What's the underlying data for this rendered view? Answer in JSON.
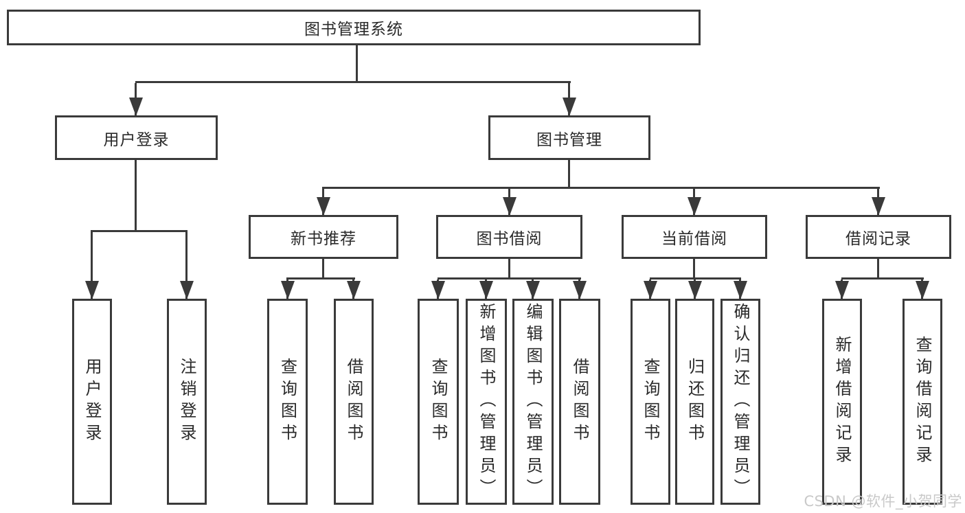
{
  "diagram": {
    "root": {
      "label": "图书管理系统"
    },
    "level2": [
      {
        "label": "用户登录"
      },
      {
        "label": "图书管理"
      }
    ],
    "level3": [
      {
        "label": "新书推荐"
      },
      {
        "label": "图书借阅"
      },
      {
        "label": "当前借阅"
      },
      {
        "label": "借阅记录"
      }
    ],
    "leaves": {
      "user_login": [
        {
          "label": "用户登录"
        },
        {
          "label": "注销登录"
        }
      ],
      "new_book": [
        {
          "label": "查询图书"
        },
        {
          "label": "借阅图书"
        }
      ],
      "book_borrow": [
        {
          "label": "查询图书"
        },
        {
          "label": "新增图书（管理员）"
        },
        {
          "label": "编辑图书（管理员）"
        },
        {
          "label": "借阅图书"
        }
      ],
      "current_borrow": [
        {
          "label": "查询图书"
        },
        {
          "label": "归还图书"
        },
        {
          "label": "确认归还（管理员）"
        }
      ],
      "borrow_record": [
        {
          "label": "新增借阅记录"
        },
        {
          "label": "查询借阅记录"
        }
      ]
    },
    "watermark": "CSDN @软件_小贺同学",
    "colors": {
      "border": "#3a3a3a",
      "text": "#2a2a2a",
      "watermark": "#c9c9c9",
      "background": "#ffffff"
    }
  }
}
